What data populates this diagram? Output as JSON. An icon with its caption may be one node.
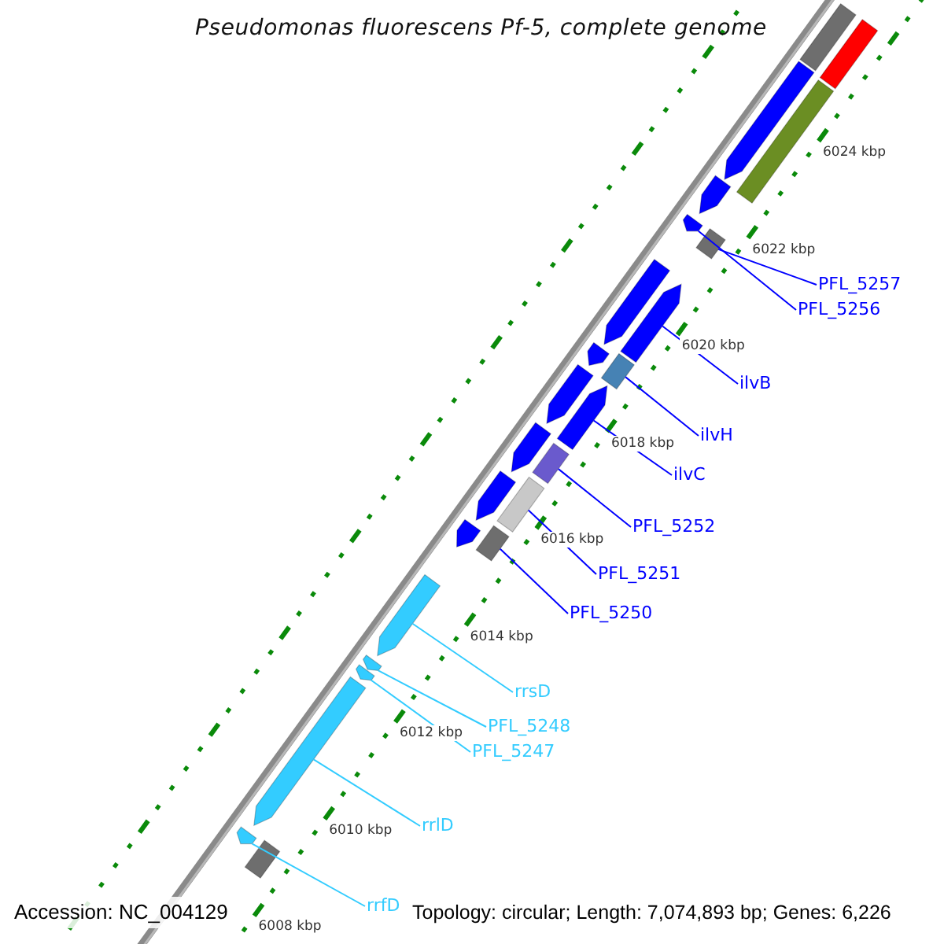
{
  "diagram": {
    "title": "Pseudomonas fluorescens Pf-5, complete genome",
    "nodes": [
      {
        "text": [
          "PFL_5257"
        ]
      },
      {
        "text": [
          "PFL_5256"
        ]
      },
      {
        "text": [
          "ilvB"
        ]
      },
      {
        "text": [
          "ilvH"
        ]
      },
      {
        "text": [
          "ilvC"
        ]
      },
      {
        "text": [
          "PFL_5252"
        ]
      },
      {
        "text": [
          "PFL_5251"
        ]
      },
      {
        "text": [
          "PFL_5250"
        ]
      },
      {
        "text": [
          "rrsD"
        ]
      },
      {
        "text": [
          "PFL_5248"
        ]
      },
      {
        "text": [
          "PFL_5247"
        ]
      },
      {
        "text": [
          "rrlD"
        ]
      },
      {
        "text": [
          "rrfD"
        ]
      },
      {
        "text": [],
        "shape": "bar"
      },
      {
        "text": [],
        "shape": "bar"
      },
      {
        "text": [],
        "shape": "bar"
      },
      {
        "text": [],
        "shape": "bar"
      },
      {
        "text": [],
        "shape": "bar"
      },
      {
        "text": [],
        "shape": "bar"
      },
      {
        "text": [],
        "shape": "bar"
      },
      {
        "text": [],
        "shape": "bar"
      },
      {
        "text": [],
        "shape": "bar"
      },
      {
        "text": [],
        "shape": "bar"
      },
      {
        "text": [],
        "shape": "bar"
      },
      {
        "text": [],
        "shape": "bar"
      },
      {
        "text": [],
        "shape": "bar"
      },
      {
        "text": [],
        "shape": "bar"
      },
      {
        "text": [],
        "shape": "bar"
      },
      {
        "text": [],
        "shape": "bar"
      },
      {
        "text": [],
        "shape": "bar"
      },
      {
        "text": [],
        "shape": "bar"
      },
      {
        "text": [],
        "shape": "bar"
      },
      {
        "text": [],
        "shape": "bar"
      },
      {
        "text": [],
        "shape": "bar"
      },
      {
        "text": [],
        "shape": "bar"
      },
      {
        "text": [],
        "shape": "bar"
      },
      {
        "text": [],
        "shape": "bar"
      },
      {
        "text": [],
        "shape": "bar"
      }
    ],
    "edges": [
      {
        "from": 0,
        "to": 18,
        "arrow": "none"
      },
      {
        "from": 1,
        "to": 19,
        "arrow": "none"
      },
      {
        "from": 2,
        "to": 21,
        "arrow": "none"
      },
      {
        "from": 3,
        "to": 22,
        "arrow": "none"
      },
      {
        "from": 4,
        "to": 25,
        "arrow": "none"
      },
      {
        "from": 5,
        "to": 27,
        "arrow": "none"
      },
      {
        "from": 6,
        "to": 28,
        "arrow": "none"
      },
      {
        "from": 7,
        "to": 30,
        "arrow": "none"
      },
      {
        "from": 8,
        "to": 32,
        "arrow": "none",
        "color": "#33ccff"
      },
      {
        "from": 9,
        "to": 33,
        "arrow": "none",
        "color": "#33ccff"
      },
      {
        "from": 10,
        "to": 34,
        "arrow": "none",
        "color": "#33ccff"
      },
      {
        "from": 11,
        "to": 35,
        "arrow": "none",
        "color": "#33ccff"
      },
      {
        "from": 12,
        "to": 37,
        "arrow": "none",
        "color": "#33ccff"
      }
    ],
    "labels": [
      "6024 kbp",
      "6022 kbp",
      "6020 kbp",
      "6018 kbp",
      "6016 kbp",
      "6014 kbp",
      "6012 kbp",
      "6010 kbp",
      "6008 kbp",
      "Accession: NC_004129",
      "Topology: circular; Length: 7,074,893 bp; Genes: 6,226"
    ]
  }
}
